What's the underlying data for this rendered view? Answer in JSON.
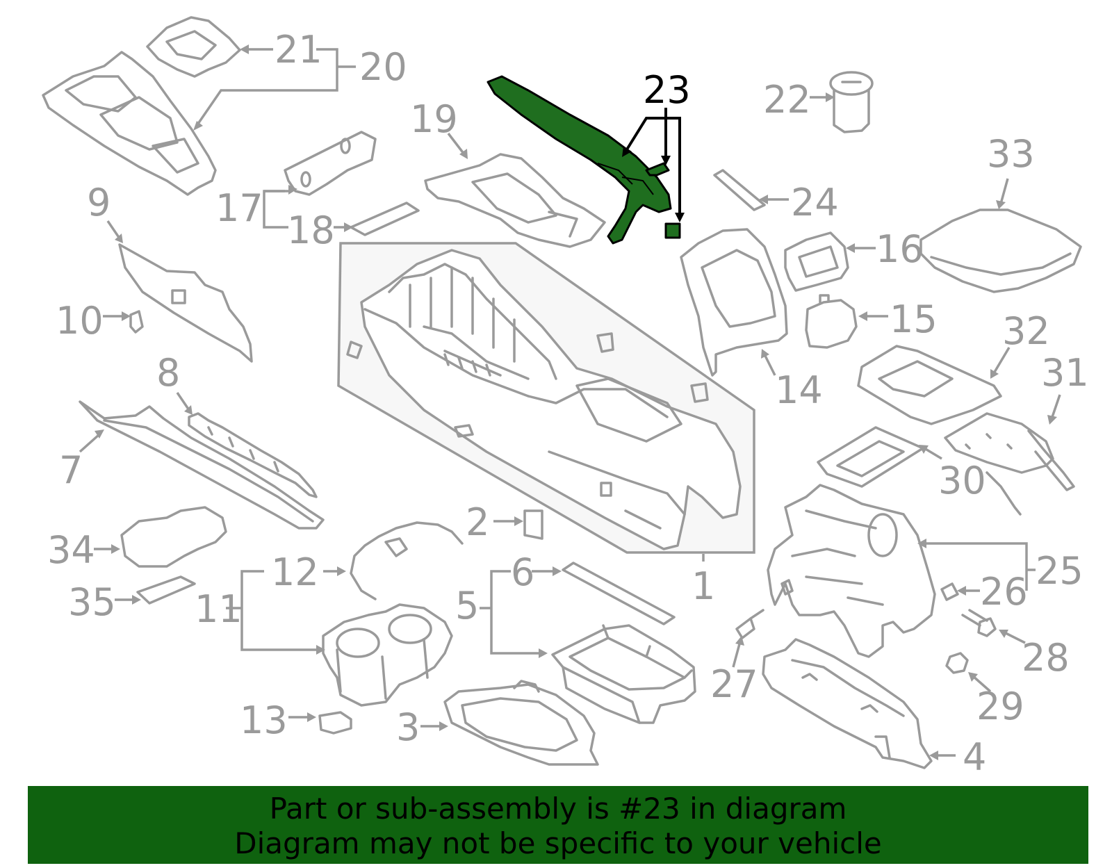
{
  "diagram": {
    "highlight_color": "#1f6e1f",
    "banner_color": "#0f620f",
    "line_color": "#9a9a9a",
    "callouts": {
      "c1": "1",
      "c2": "2",
      "c3": "3",
      "c4": "4",
      "c5": "5",
      "c6": "6",
      "c7": "7",
      "c8": "8",
      "c9": "9",
      "c10": "10",
      "c11": "11",
      "c12": "12",
      "c13": "13",
      "c14": "14",
      "c15": "15",
      "c16": "16",
      "c17": "17",
      "c18": "18",
      "c19": "19",
      "c20": "20",
      "c21": "21",
      "c22": "22",
      "c23": "23",
      "c24": "24",
      "c25": "25",
      "c26": "26",
      "c27": "27",
      "c28": "28",
      "c29": "29",
      "c30": "30",
      "c31": "31",
      "c32": "32",
      "c33": "33",
      "c34": "34",
      "c35": "35"
    }
  },
  "banner": {
    "line1": "Part or sub-assembly is #23 in diagram",
    "line2": "Diagram may not be specific to your vehicle"
  }
}
